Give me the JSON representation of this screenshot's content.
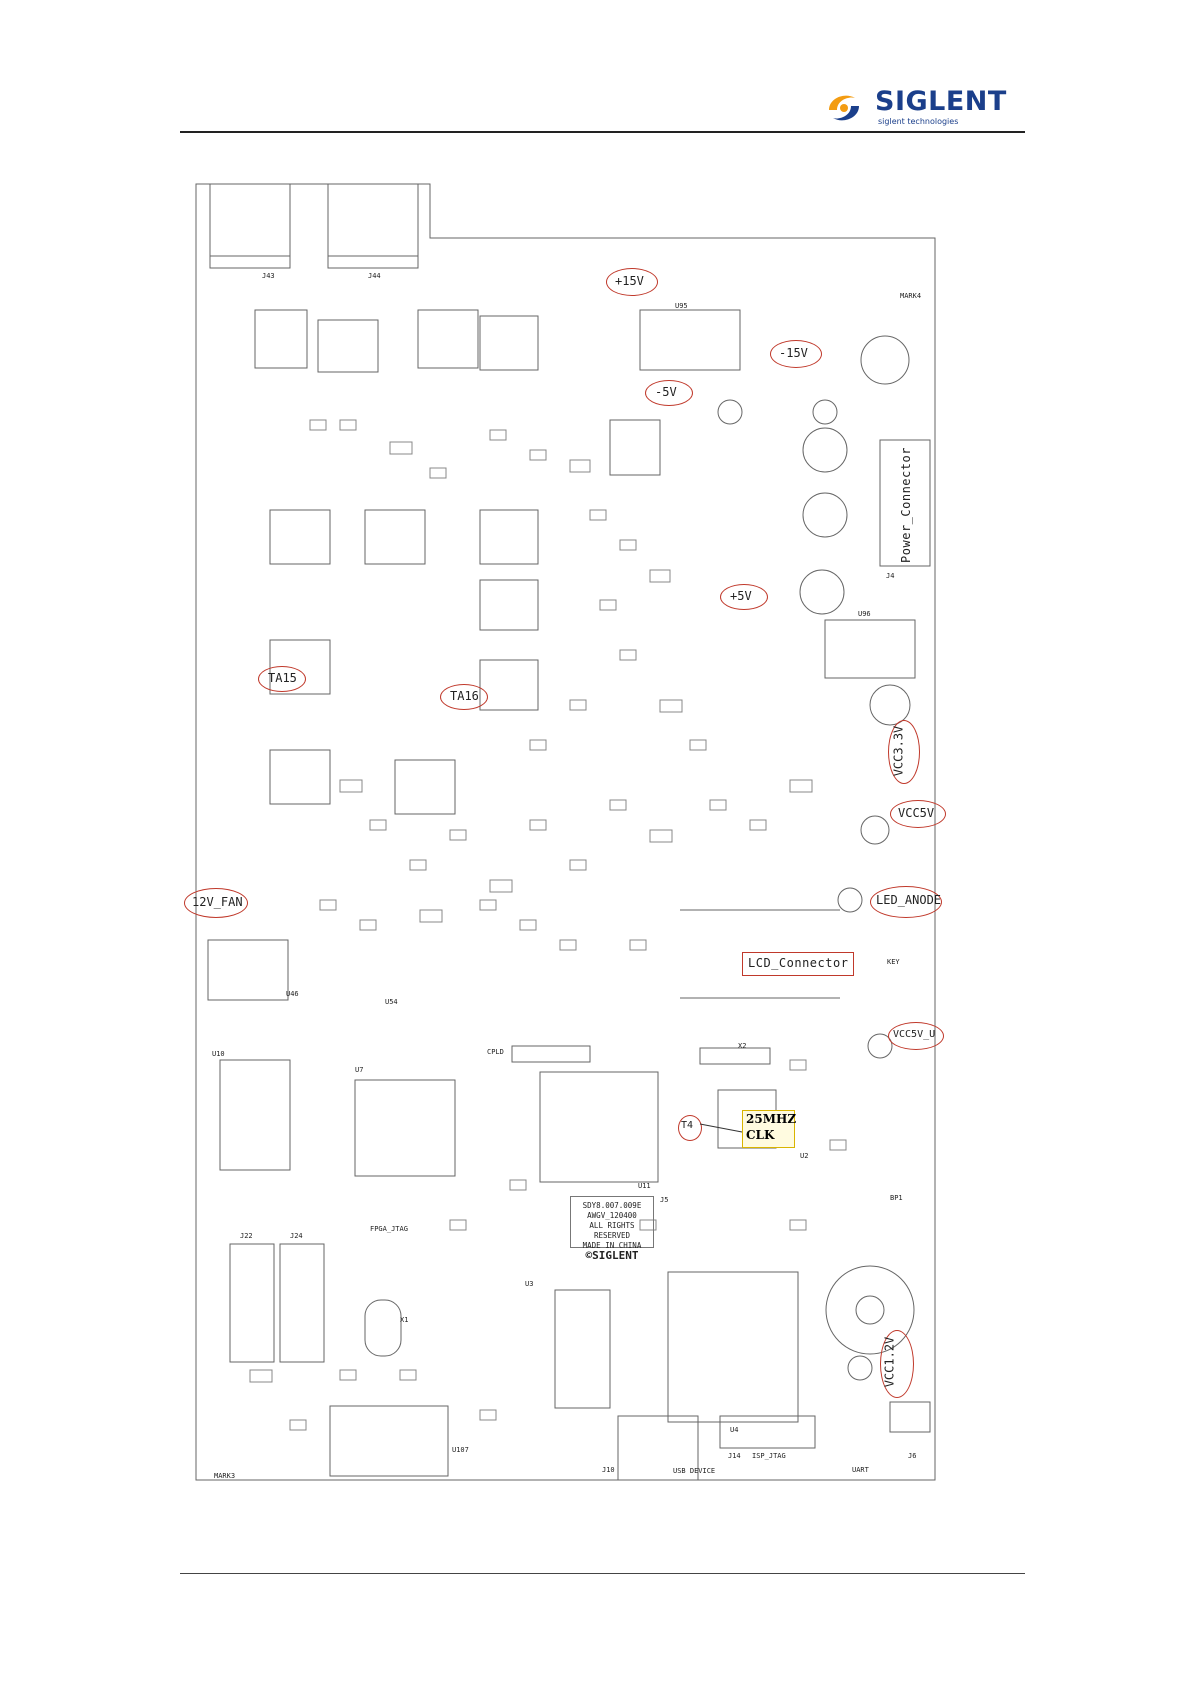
{
  "header": {
    "brand": "SIGLENT",
    "tagline": "siglent technologies",
    "brand_color": "#1b3f8b",
    "logo_colors": [
      "#f39c12",
      "#1b3f8b"
    ]
  },
  "board": {
    "rail_labels": {
      "p15v": "+15V",
      "m15v": "-15V",
      "m5v": "-5V",
      "p5v": "+5V",
      "vcc33": "VCC3.3V",
      "vcc5": "VCC5V",
      "vcc5u": "VCC5V_U",
      "vcc12": "VCC1.2V",
      "ta15": "TA15",
      "ta16": "TA16",
      "fan": "12V_FAN",
      "led": "LED_ANODE",
      "t4": "T4"
    },
    "connectors": {
      "power": "Power_Connector",
      "lcd": "LCD_Connector"
    },
    "clock": {
      "freq": "25MHZ",
      "label": "CLK"
    },
    "pcb_marking": {
      "line1": "SDY8.007.009E",
      "line2": "AWGV_120400",
      "line3": "ALL RIGHTS RESERVED",
      "line4": "MADE IN CHINA",
      "line5": "©SIGLENT"
    },
    "silkscreen": {
      "j43": "J43",
      "j44": "J44",
      "u95": "U95",
      "j4": "J4",
      "u96": "U96",
      "key": "KEY",
      "u46": "U46",
      "u54": "U54",
      "u10": "U10",
      "u7": "U7",
      "u11": "U11",
      "u2": "U2",
      "u3": "U3",
      "u4": "U4",
      "j22": "J22",
      "j24": "J24",
      "u107": "U107",
      "j10": "J10",
      "j14": "J14",
      "isp_jtag": "ISP_JTAG",
      "uart": "UART",
      "usb_device": "USB DEVICE",
      "cpld": "CPLD",
      "fpga_jtag": "FPGA_JTAG",
      "mark3": "MARK3",
      "mark4": "MARK4",
      "bp1": "BP1",
      "j5": "J5",
      "j6": "J6",
      "x1": "X1",
      "x2": "X2"
    }
  }
}
